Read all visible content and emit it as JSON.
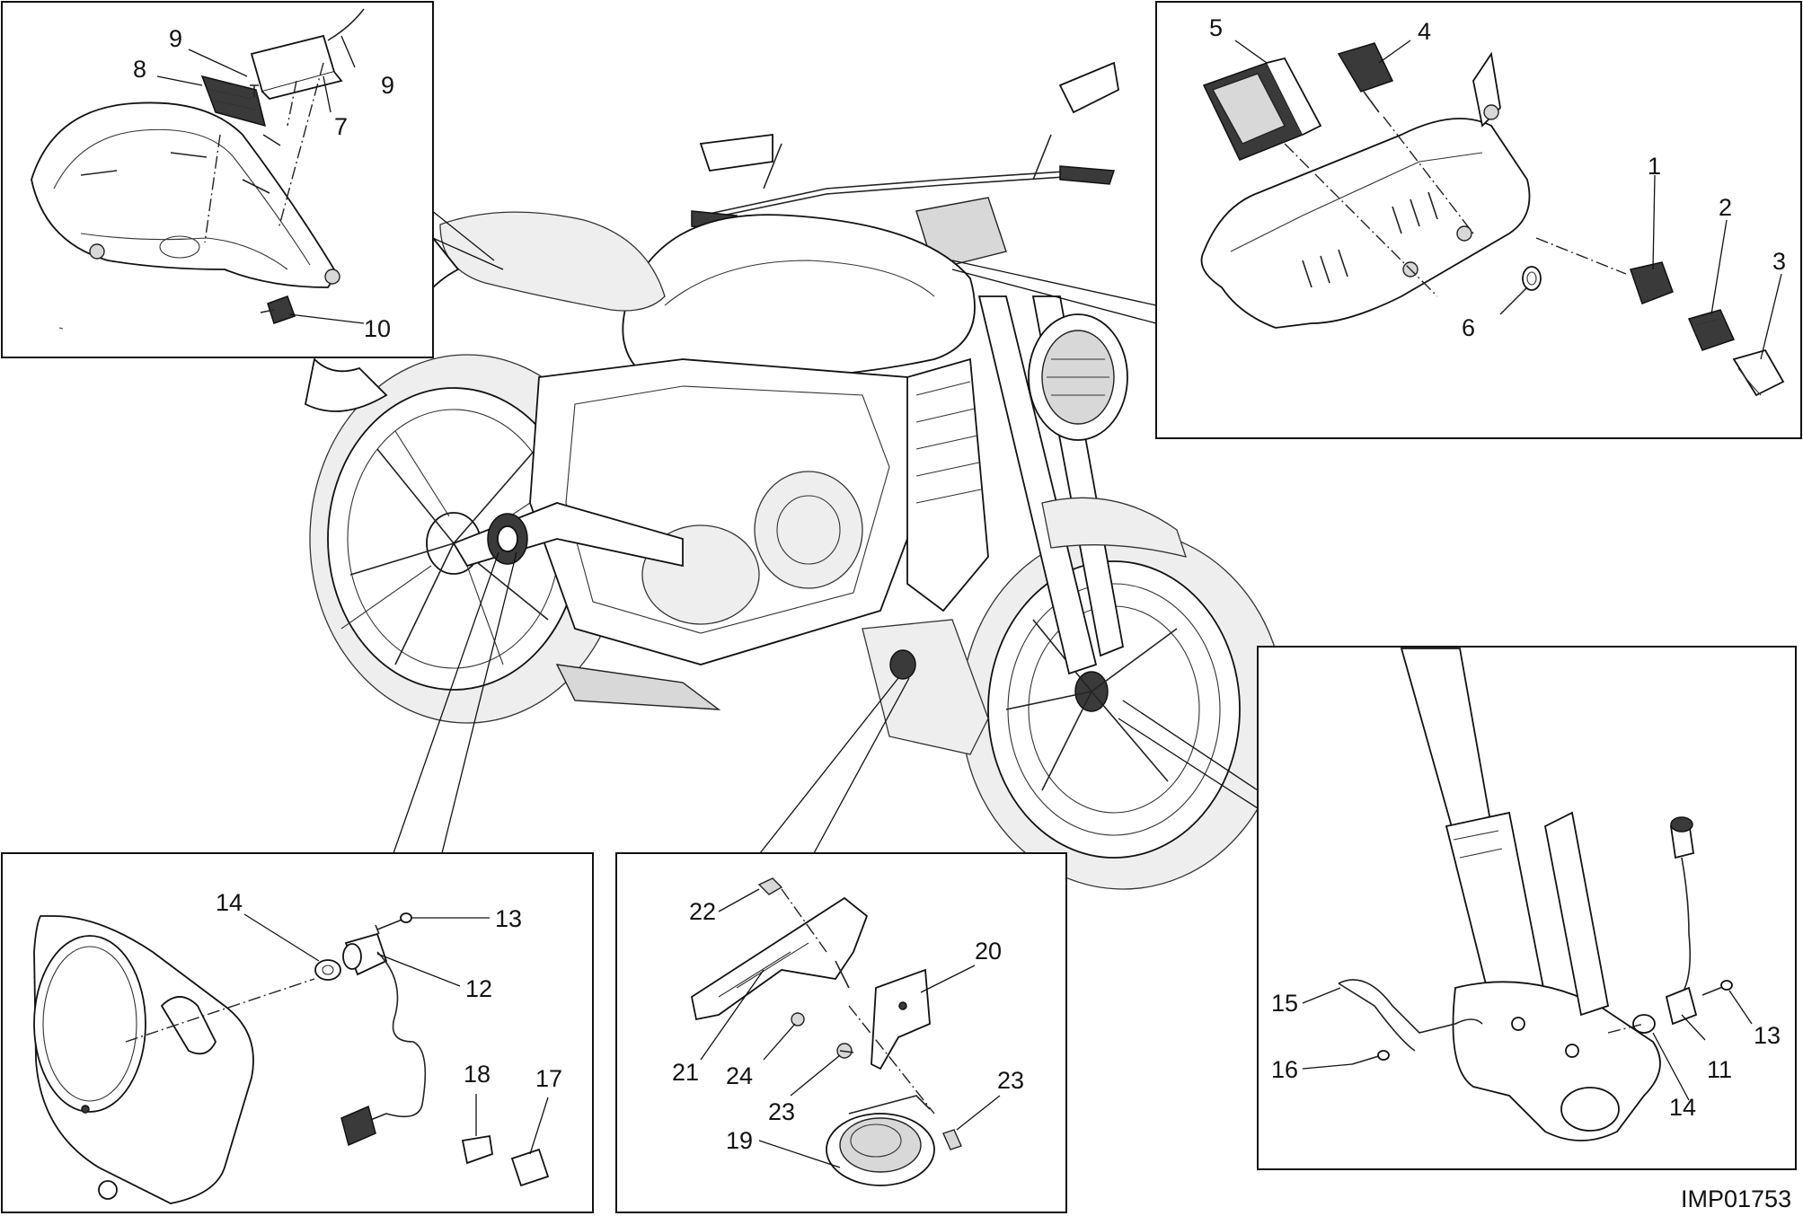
{
  "callouts": {
    "c1": "1",
    "c2": "2",
    "c3": "3",
    "c4": "4",
    "c5": "5",
    "c6": "6",
    "c7": "7",
    "c8": "8",
    "c9a": "9",
    "c9b": "9",
    "c10": "10",
    "c11": "11",
    "c12": "12",
    "c13a": "13",
    "c13b": "13",
    "c14a": "14",
    "c14b": "14",
    "c15": "15",
    "c16": "16",
    "c17": "17",
    "c18": "18",
    "c19": "19",
    "c20": "20",
    "c21": "21",
    "c22": "22",
    "c23a": "23",
    "c23b": "23",
    "c24": "24"
  },
  "figure_code": "IMP01753"
}
